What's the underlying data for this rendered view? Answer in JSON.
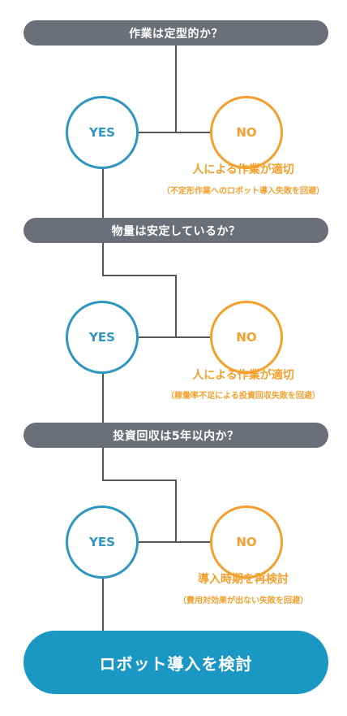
{
  "questions": [
    {
      "text": "作業は定型的か？"
    },
    {
      "text": "物量は安定しているか？"
    },
    {
      "text": "投資回収は5年以内か？"
    }
  ],
  "branches": [
    {
      "yes": "YES",
      "no": "NO",
      "result": "人による作業が適切",
      "note": "（不定形作業へのロボット導入失敗を回避）"
    },
    {
      "yes": "YES",
      "no": "NO",
      "result": "人による作業が適切",
      "note": "（稼働率不足による投資回収失敗を回避）"
    },
    {
      "yes": "YES",
      "no": "NO",
      "result": "導入時期を再検討",
      "note": "（費用対効果が出ない失敗を回避）"
    }
  ],
  "final": {
    "text": "ロボット導入を検討"
  },
  "colors": {
    "question_bar": "#6b6f7a",
    "yes": "#2f96bf",
    "no": "#f3a02e",
    "final": "#1a97c3",
    "line": "#555555"
  }
}
